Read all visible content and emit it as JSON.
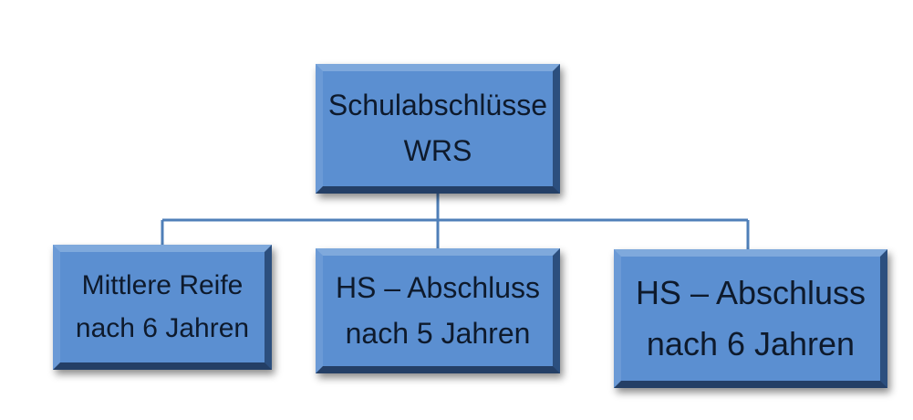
{
  "diagram": {
    "root": {
      "line1": "Schulabschlüsse",
      "line2": "WRS"
    },
    "children": [
      {
        "line1": "Mittlere Reife",
        "line2": "nach 6 Jahren"
      },
      {
        "line1": "HS – Abschluss",
        "line2": "nach 5 Jahren"
      },
      {
        "line1": "HS – Abschluss",
        "line2": "nach 6 Jahren"
      }
    ],
    "colors": {
      "box_fill": "#5b8fd1",
      "connector": "#4f7fb8",
      "text": "#0e1a2c"
    }
  }
}
